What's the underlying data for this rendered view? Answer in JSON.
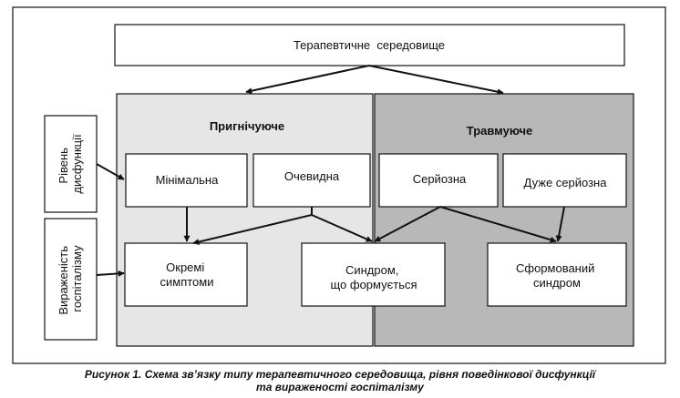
{
  "top_box": {
    "label": "Терапевтичне  середовище"
  },
  "zones": {
    "left": {
      "title": "Пригнічуюче",
      "fill": "#e6e6e6"
    },
    "right": {
      "title": "Травмуюче",
      "fill": "#b9b8b9"
    }
  },
  "side_labels": {
    "dysfunction": [
      "Рівень",
      "дисфункції"
    ],
    "hospitalism": [
      "Вираженість",
      "госпіталізму"
    ]
  },
  "boxes": {
    "minimal": [
      "Мінімальна"
    ],
    "evident": [
      "Очевидна"
    ],
    "serious": [
      "Серйозна"
    ],
    "very_serious": [
      "Дуже серйозна"
    ],
    "symptoms": [
      "Окремі",
      "симптоми"
    ],
    "forming": [
      "Синдром,",
      "що формується"
    ],
    "formed": [
      "Сформований",
      "синдром"
    ]
  },
  "caption": {
    "line1": "Рисунок 1. Схема зв’язку типу терапевтичного середовища, рівня поведінкової дисфункції",
    "line2": "та вираженості госпіталізму"
  }
}
